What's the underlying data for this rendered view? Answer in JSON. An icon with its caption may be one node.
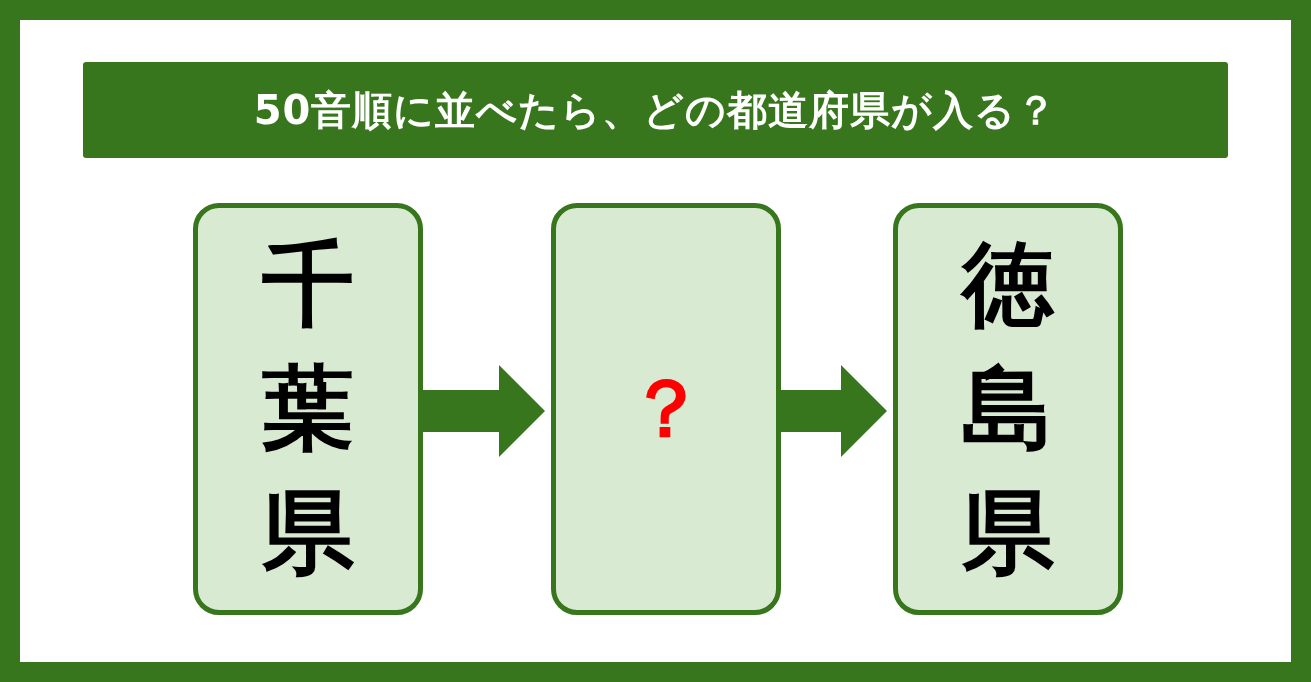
{
  "diagram": {
    "title": "50音順に並べたら、どの都道府県が入る？",
    "nodes": [
      {
        "text": [
          "千葉県"
        ]
      },
      {
        "text": [
          "？"
        ]
      },
      {
        "text": [
          "徳島県"
        ]
      }
    ],
    "edges": [
      {
        "from": 0,
        "to": 1,
        "arrow": "to"
      },
      {
        "from": 1,
        "to": 2,
        "arrow": "to"
      }
    ]
  }
}
